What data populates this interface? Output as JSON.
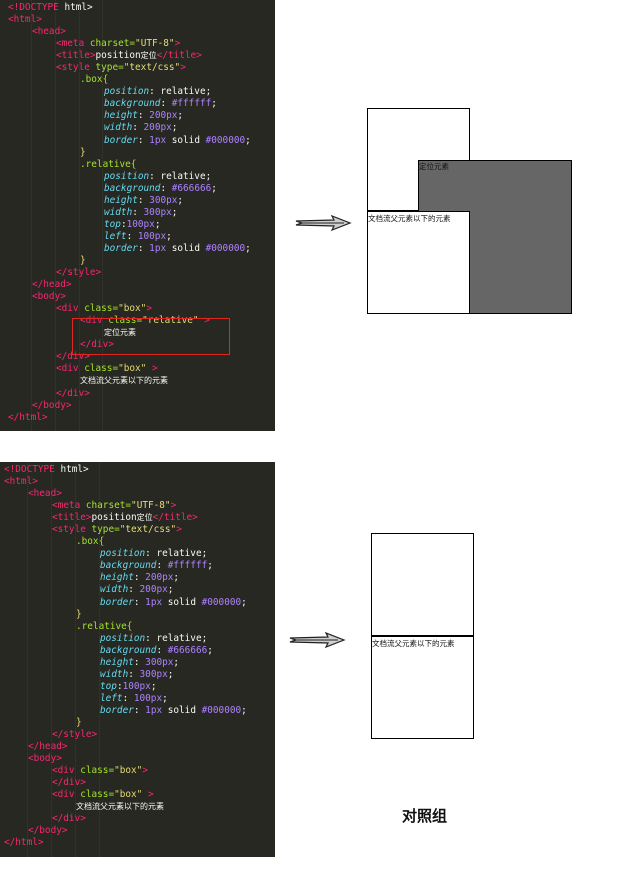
{
  "editor1": {
    "lines": [
      {
        "indent": 0,
        "segs": [
          [
            "tg",
            "<!DOCTYPE"
          ],
          [
            "tx",
            " html>"
          ]
        ]
      },
      {
        "indent": 0,
        "segs": [
          [
            "tg",
            "<html>"
          ]
        ]
      },
      {
        "indent": 1,
        "segs": [
          [
            "tg",
            "<head>"
          ]
        ]
      },
      {
        "indent": 2,
        "segs": [
          [
            "tg",
            "<meta"
          ],
          [
            "at",
            " charset="
          ],
          [
            "st",
            "\"UTF-8\""
          ],
          [
            "tg",
            ">"
          ]
        ]
      },
      {
        "indent": 2,
        "segs": [
          [
            "tg",
            "<title>"
          ],
          [
            "tx",
            "position"
          ],
          [
            "cjk",
            "定位"
          ],
          [
            "tg",
            "</title>"
          ]
        ]
      },
      {
        "indent": 2,
        "segs": [
          [
            "tg",
            "<style"
          ],
          [
            "at",
            " type="
          ],
          [
            "st",
            "\"text/css\""
          ],
          [
            "tg",
            ">"
          ]
        ]
      },
      {
        "indent": 3,
        "segs": [
          [
            "sel",
            ".box{"
          ]
        ]
      },
      {
        "indent": 4,
        "segs": [
          [
            "pr",
            "position"
          ],
          [
            "tx",
            ": relative;"
          ]
        ]
      },
      {
        "indent": 4,
        "segs": [
          [
            "pr",
            "background"
          ],
          [
            "tx",
            ": "
          ],
          [
            "nm",
            "#ffffff"
          ],
          [
            "tx",
            ";"
          ]
        ]
      },
      {
        "indent": 4,
        "segs": [
          [
            "pr",
            "height"
          ],
          [
            "tx",
            ": "
          ],
          [
            "nm",
            "200px"
          ],
          [
            "tx",
            ";"
          ]
        ]
      },
      {
        "indent": 4,
        "segs": [
          [
            "pr",
            "width"
          ],
          [
            "tx",
            ": "
          ],
          [
            "nm",
            "200px"
          ],
          [
            "tx",
            ";"
          ]
        ]
      },
      {
        "indent": 4,
        "segs": [
          [
            "pr",
            "border"
          ],
          [
            "tx",
            ": "
          ],
          [
            "nm",
            "1px"
          ],
          [
            "tx",
            " solid "
          ],
          [
            "nm",
            "#000000"
          ],
          [
            "tx",
            ";"
          ]
        ]
      },
      {
        "indent": 3,
        "segs": [
          [
            "br",
            "}"
          ]
        ]
      },
      {
        "indent": 3,
        "segs": [
          [
            "sel",
            ".relative{"
          ]
        ]
      },
      {
        "indent": 4,
        "segs": [
          [
            "pr",
            "position"
          ],
          [
            "tx",
            ": relative;"
          ]
        ]
      },
      {
        "indent": 4,
        "segs": [
          [
            "pr",
            "background"
          ],
          [
            "tx",
            ": "
          ],
          [
            "nm",
            "#666666"
          ],
          [
            "tx",
            ";"
          ]
        ]
      },
      {
        "indent": 4,
        "segs": [
          [
            "pr",
            "height"
          ],
          [
            "tx",
            ": "
          ],
          [
            "nm",
            "300px"
          ],
          [
            "tx",
            ";"
          ]
        ]
      },
      {
        "indent": 4,
        "segs": [
          [
            "pr",
            "width"
          ],
          [
            "tx",
            ": "
          ],
          [
            "nm",
            "300px"
          ],
          [
            "tx",
            ";"
          ]
        ]
      },
      {
        "indent": 4,
        "segs": [
          [
            "pr",
            "top"
          ],
          [
            "tx",
            ":"
          ],
          [
            "nm",
            "100px"
          ],
          [
            "tx",
            ";"
          ]
        ]
      },
      {
        "indent": 4,
        "segs": [
          [
            "pr",
            "left"
          ],
          [
            "tx",
            ": "
          ],
          [
            "nm",
            "100px"
          ],
          [
            "tx",
            ";"
          ]
        ]
      },
      {
        "indent": 4,
        "segs": [
          [
            "pr",
            "border"
          ],
          [
            "tx",
            ": "
          ],
          [
            "nm",
            "1px"
          ],
          [
            "tx",
            " solid "
          ],
          [
            "nm",
            "#000000"
          ],
          [
            "tx",
            ";"
          ]
        ]
      },
      {
        "indent": 3,
        "segs": [
          [
            "br",
            "}"
          ]
        ]
      },
      {
        "indent": 2,
        "segs": [
          [
            "tg",
            "</style>"
          ]
        ]
      },
      {
        "indent": 1,
        "segs": [
          [
            "tg",
            "</head>"
          ]
        ]
      },
      {
        "indent": 1,
        "segs": [
          [
            "tg",
            "<body>"
          ]
        ]
      },
      {
        "indent": 2,
        "segs": [
          [
            "tg",
            "<div"
          ],
          [
            "at",
            " class="
          ],
          [
            "st",
            "\"box\""
          ],
          [
            "tg",
            ">"
          ]
        ]
      },
      {
        "indent": 3,
        "segs": [
          [
            "tg",
            "<div"
          ],
          [
            "at",
            " class="
          ],
          [
            "st",
            "\"relative\""
          ],
          [
            "tx",
            " "
          ],
          [
            "tg",
            ">"
          ]
        ]
      },
      {
        "indent": 4,
        "segs": [
          [
            "cjk",
            "定位元素"
          ]
        ]
      },
      {
        "indent": 3,
        "segs": [
          [
            "tg",
            "</div>"
          ]
        ]
      },
      {
        "indent": 2,
        "segs": [
          [
            "tg",
            "</div>"
          ]
        ]
      },
      {
        "indent": 2,
        "segs": [
          [
            "tg",
            "<div"
          ],
          [
            "at",
            " class="
          ],
          [
            "st",
            "\"box\""
          ],
          [
            "tx",
            " "
          ],
          [
            "tg",
            ">"
          ]
        ]
      },
      {
        "indent": 3,
        "segs": [
          [
            "cjk",
            "文档流父元素以下的元素"
          ]
        ]
      },
      {
        "indent": 2,
        "segs": [
          [
            "tg",
            "</div>"
          ]
        ]
      },
      {
        "indent": 1,
        "segs": [
          [
            "tg",
            "</body>"
          ]
        ]
      },
      {
        "indent": 0,
        "segs": [
          [
            "tg",
            "</html>"
          ]
        ]
      }
    ]
  },
  "editor2": {
    "lines": [
      {
        "indent": 0,
        "segs": [
          [
            "tg",
            "<!DOCTYPE"
          ],
          [
            "tx",
            " html>"
          ]
        ]
      },
      {
        "indent": 0,
        "segs": [
          [
            "tg",
            "<html>"
          ]
        ]
      },
      {
        "indent": 1,
        "segs": [
          [
            "tg",
            "<head>"
          ]
        ]
      },
      {
        "indent": 2,
        "segs": [
          [
            "tg",
            "<meta"
          ],
          [
            "at",
            " charset="
          ],
          [
            "st",
            "\"UTF-8\""
          ],
          [
            "tg",
            ">"
          ]
        ]
      },
      {
        "indent": 2,
        "segs": [
          [
            "tg",
            "<title>"
          ],
          [
            "tx",
            "position"
          ],
          [
            "cjk",
            "定位"
          ],
          [
            "tg",
            "</title>"
          ]
        ]
      },
      {
        "indent": 2,
        "segs": [
          [
            "tg",
            "<style"
          ],
          [
            "at",
            " type="
          ],
          [
            "st",
            "\"text/css\""
          ],
          [
            "tg",
            ">"
          ]
        ]
      },
      {
        "indent": 3,
        "segs": [
          [
            "sel",
            ".box{"
          ]
        ]
      },
      {
        "indent": 4,
        "segs": [
          [
            "pr",
            "position"
          ],
          [
            "tx",
            ": relative;"
          ]
        ]
      },
      {
        "indent": 4,
        "segs": [
          [
            "pr",
            "background"
          ],
          [
            "tx",
            ": "
          ],
          [
            "nm",
            "#ffffff"
          ],
          [
            "tx",
            ";"
          ]
        ]
      },
      {
        "indent": 4,
        "segs": [
          [
            "pr",
            "height"
          ],
          [
            "tx",
            ": "
          ],
          [
            "nm",
            "200px"
          ],
          [
            "tx",
            ";"
          ]
        ]
      },
      {
        "indent": 4,
        "segs": [
          [
            "pr",
            "width"
          ],
          [
            "tx",
            ": "
          ],
          [
            "nm",
            "200px"
          ],
          [
            "tx",
            ";"
          ]
        ]
      },
      {
        "indent": 4,
        "segs": [
          [
            "pr",
            "border"
          ],
          [
            "tx",
            ": "
          ],
          [
            "nm",
            "1px"
          ],
          [
            "tx",
            " solid "
          ],
          [
            "nm",
            "#000000"
          ],
          [
            "tx",
            ";"
          ]
        ]
      },
      {
        "indent": 3,
        "segs": [
          [
            "br",
            "}"
          ]
        ]
      },
      {
        "indent": 3,
        "segs": [
          [
            "sel",
            ".relative{"
          ]
        ]
      },
      {
        "indent": 4,
        "segs": [
          [
            "pr",
            "position"
          ],
          [
            "tx",
            ": relative;"
          ]
        ]
      },
      {
        "indent": 4,
        "segs": [
          [
            "pr",
            "background"
          ],
          [
            "tx",
            ": "
          ],
          [
            "nm",
            "#666666"
          ],
          [
            "tx",
            ";"
          ]
        ]
      },
      {
        "indent": 4,
        "segs": [
          [
            "pr",
            "height"
          ],
          [
            "tx",
            ": "
          ],
          [
            "nm",
            "300px"
          ],
          [
            "tx",
            ";"
          ]
        ]
      },
      {
        "indent": 4,
        "segs": [
          [
            "pr",
            "width"
          ],
          [
            "tx",
            ": "
          ],
          [
            "nm",
            "300px"
          ],
          [
            "tx",
            ";"
          ]
        ]
      },
      {
        "indent": 4,
        "segs": [
          [
            "pr",
            "top"
          ],
          [
            "tx",
            ":"
          ],
          [
            "nm",
            "100px"
          ],
          [
            "tx",
            ";"
          ]
        ]
      },
      {
        "indent": 4,
        "segs": [
          [
            "pr",
            "left"
          ],
          [
            "tx",
            ": "
          ],
          [
            "nm",
            "100px"
          ],
          [
            "tx",
            ";"
          ]
        ]
      },
      {
        "indent": 4,
        "segs": [
          [
            "pr",
            "border"
          ],
          [
            "tx",
            ": "
          ],
          [
            "nm",
            "1px"
          ],
          [
            "tx",
            " solid "
          ],
          [
            "nm",
            "#000000"
          ],
          [
            "tx",
            ";"
          ]
        ]
      },
      {
        "indent": 3,
        "segs": [
          [
            "br",
            "}"
          ]
        ]
      },
      {
        "indent": 2,
        "segs": [
          [
            "tg",
            "</style>"
          ]
        ]
      },
      {
        "indent": 1,
        "segs": [
          [
            "tg",
            "</head>"
          ]
        ]
      },
      {
        "indent": 1,
        "segs": [
          [
            "tg",
            "<body>"
          ]
        ]
      },
      {
        "indent": 2,
        "segs": [
          [
            "tg",
            "<div"
          ],
          [
            "at",
            " class="
          ],
          [
            "st",
            "\"box\""
          ],
          [
            "tg",
            ">"
          ]
        ]
      },
      {
        "indent": 2,
        "segs": [
          [
            "tg",
            "</div>"
          ]
        ]
      },
      {
        "indent": 2,
        "segs": [
          [
            "tg",
            "<div"
          ],
          [
            "at",
            " class="
          ],
          [
            "st",
            "\"box\""
          ],
          [
            "tx",
            " "
          ],
          [
            "tg",
            ">"
          ]
        ]
      },
      {
        "indent": 3,
        "segs": [
          [
            "cjk",
            "文档流父元素以下的元素"
          ]
        ]
      },
      {
        "indent": 2,
        "segs": [
          [
            "tg",
            "</div>"
          ]
        ]
      },
      {
        "indent": 1,
        "segs": [
          [
            "tg",
            "</body>"
          ]
        ]
      },
      {
        "indent": 0,
        "segs": [
          [
            "tg",
            "</html>"
          ]
        ]
      }
    ]
  },
  "demo1": {
    "relative_label": "定位元素",
    "following_label": "文档流父元素以下的元素"
  },
  "demo2": {
    "following_label": "文档流父元素以下的元素"
  },
  "caption": "对照组",
  "colors": {
    "editor_bg": "#272822",
    "relative_fill": "#666666",
    "highlight": "#e0261f"
  }
}
